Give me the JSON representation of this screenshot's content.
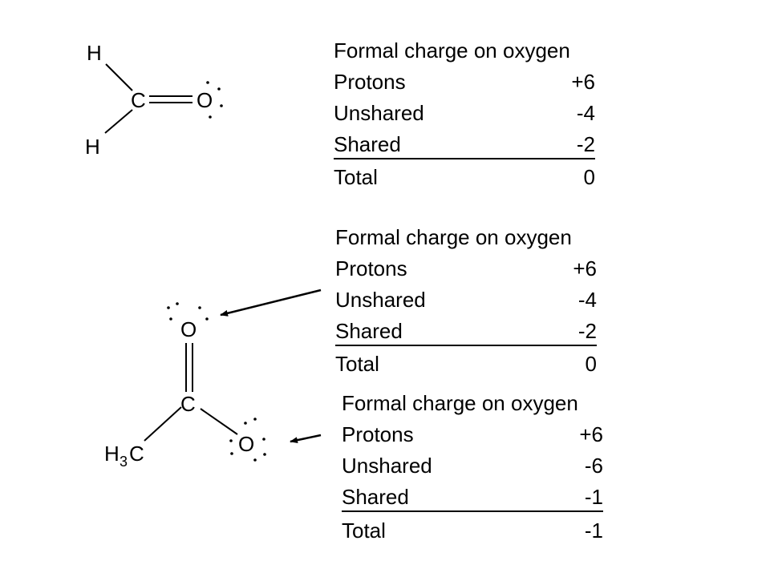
{
  "molecules": {
    "formaldehyde": {
      "h_top": "H",
      "h_bottom": "H",
      "carbon": "C",
      "oxygen": "O"
    },
    "acetate": {
      "oxygen_top": "O",
      "carbon": "C",
      "oxygen_right": "O",
      "methyl_h": "H",
      "methyl_sub": "3",
      "methyl_c": "C"
    }
  },
  "tables": [
    {
      "title": "Formal charge on oxygen",
      "rows": [
        {
          "label": "Protons",
          "value": "+6"
        },
        {
          "label": "Unshared",
          "value": "-4"
        },
        {
          "label": "Shared",
          "value": "-2"
        },
        {
          "label": "Total",
          "value": "0"
        }
      ]
    },
    {
      "title": "Formal charge on oxygen",
      "rows": [
        {
          "label": "Protons",
          "value": "+6"
        },
        {
          "label": "Unshared",
          "value": "-4"
        },
        {
          "label": "Shared",
          "value": "-2"
        },
        {
          "label": "Total",
          "value": "0"
        }
      ]
    },
    {
      "title": "Formal charge on oxygen",
      "rows": [
        {
          "label": "Protons",
          "value": "+6"
        },
        {
          "label": "Unshared",
          "value": "-6"
        },
        {
          "label": "Shared",
          "value": "-1"
        },
        {
          "label": "Total",
          "value": "-1"
        }
      ]
    }
  ]
}
